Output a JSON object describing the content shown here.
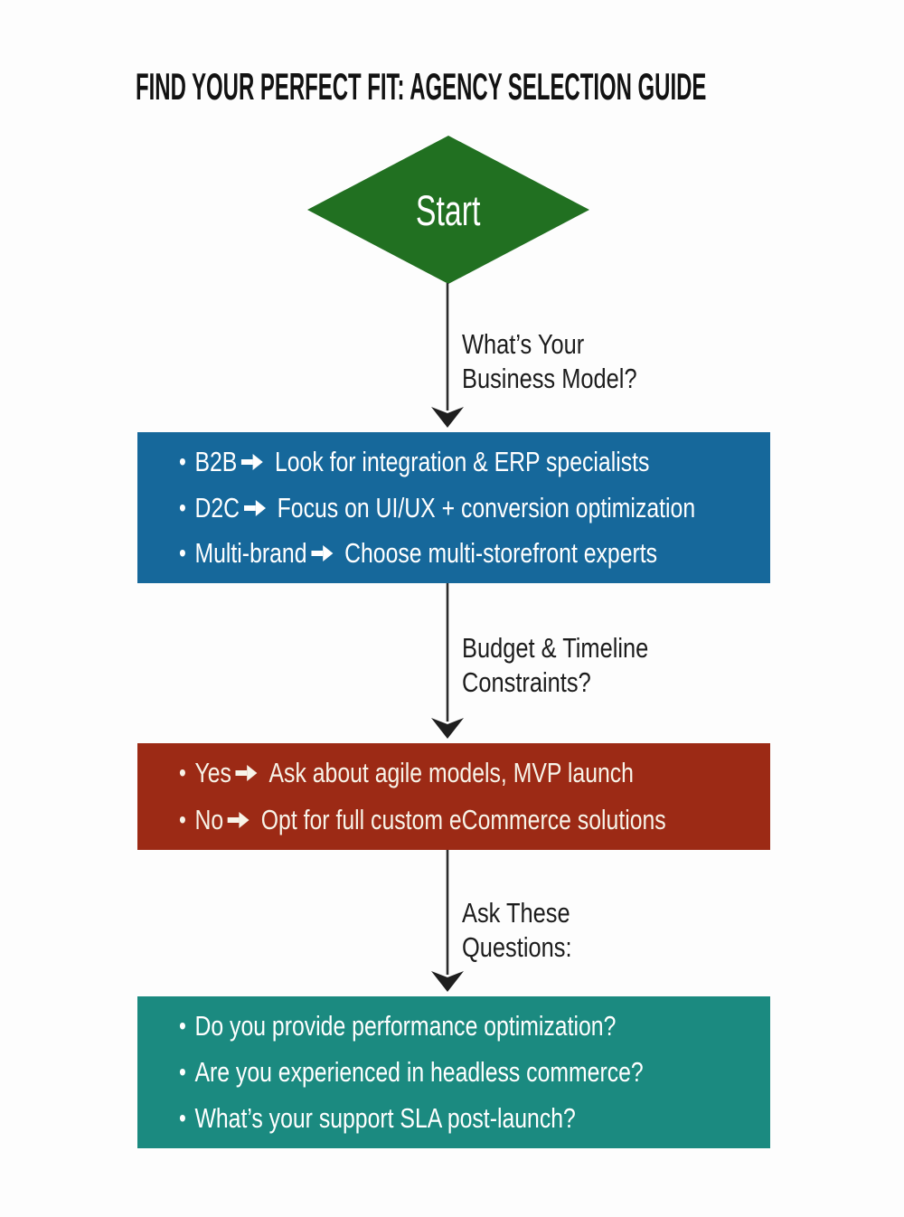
{
  "title": "FIND YOUR PERFECT FIT: AGENCY SELECTION GUIDE",
  "glyphs": {
    "bullet": "•",
    "right_arrow": "➡",
    "down_arrow": "↓"
  },
  "colors": {
    "background": "#FDFDFD",
    "start_green": "#217021",
    "business_blue": "#16689B",
    "budget_red": "#9C2A15",
    "questions_teal": "#1B8A80",
    "connector_line": "#2B2B2B",
    "title_text": "#121212",
    "box_text": "#FFFFFF"
  },
  "start": {
    "label": "Start"
  },
  "steps": [
    {
      "question_line1": "What’s Your",
      "question_line2": "Business Model?",
      "box_color": "#16689B",
      "items": [
        {
          "label": "B2B",
          "text": "Look for integration & ERP specialists"
        },
        {
          "label": "D2C",
          "text": "Focus on UI/UX + conversion optimization"
        },
        {
          "label": "Multi-brand",
          "text": "Choose multi-storefront experts"
        }
      ]
    },
    {
      "question_line1": "Budget & Timeline",
      "question_line2": "Constraints?",
      "box_color": "#9C2A15",
      "items": [
        {
          "label": "Yes",
          "text": "Ask about agile models, MVP launch"
        },
        {
          "label": "No",
          "text": "Opt for full custom eCommerce solutions"
        }
      ]
    },
    {
      "question_line1": "Ask These",
      "question_line2": "Questions:",
      "box_color": "#1B8A80",
      "items": [
        {
          "text": "Do you provide performance optimization?"
        },
        {
          "text": "Are you experienced in headless commerce?"
        },
        {
          "text": "What’s your support SLA post-launch?"
        }
      ]
    }
  ]
}
